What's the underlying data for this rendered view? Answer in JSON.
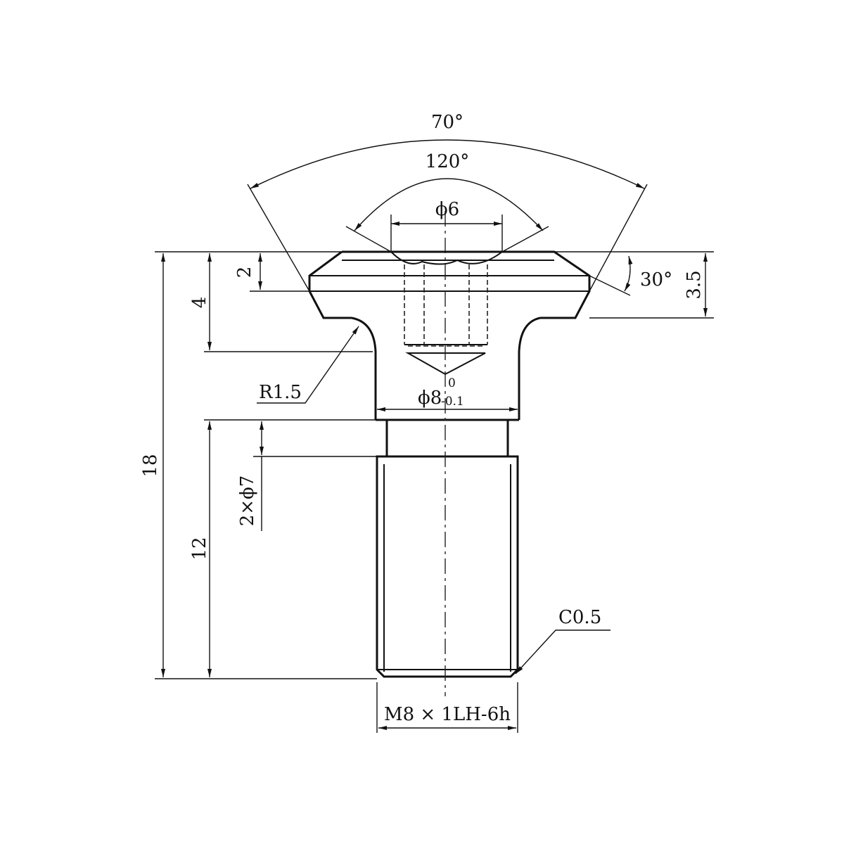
{
  "dimensions": {
    "angle_outer": "70°",
    "angle_inner": "120°",
    "dia_top": "ϕ6",
    "chamfer_angle": "30°",
    "height_right": "3.5",
    "height_2": "2",
    "height_4": "4",
    "fillet_radius": "R1.5",
    "neck_dia": "ϕ8",
    "neck_tol_upper": "0",
    "neck_tol_lower": "-0.1",
    "total_height": "18",
    "thread_length": "12",
    "undercut": "2×ϕ7",
    "end_chamfer": "C0.5",
    "thread_spec": "M8 × 1LH-6h"
  }
}
